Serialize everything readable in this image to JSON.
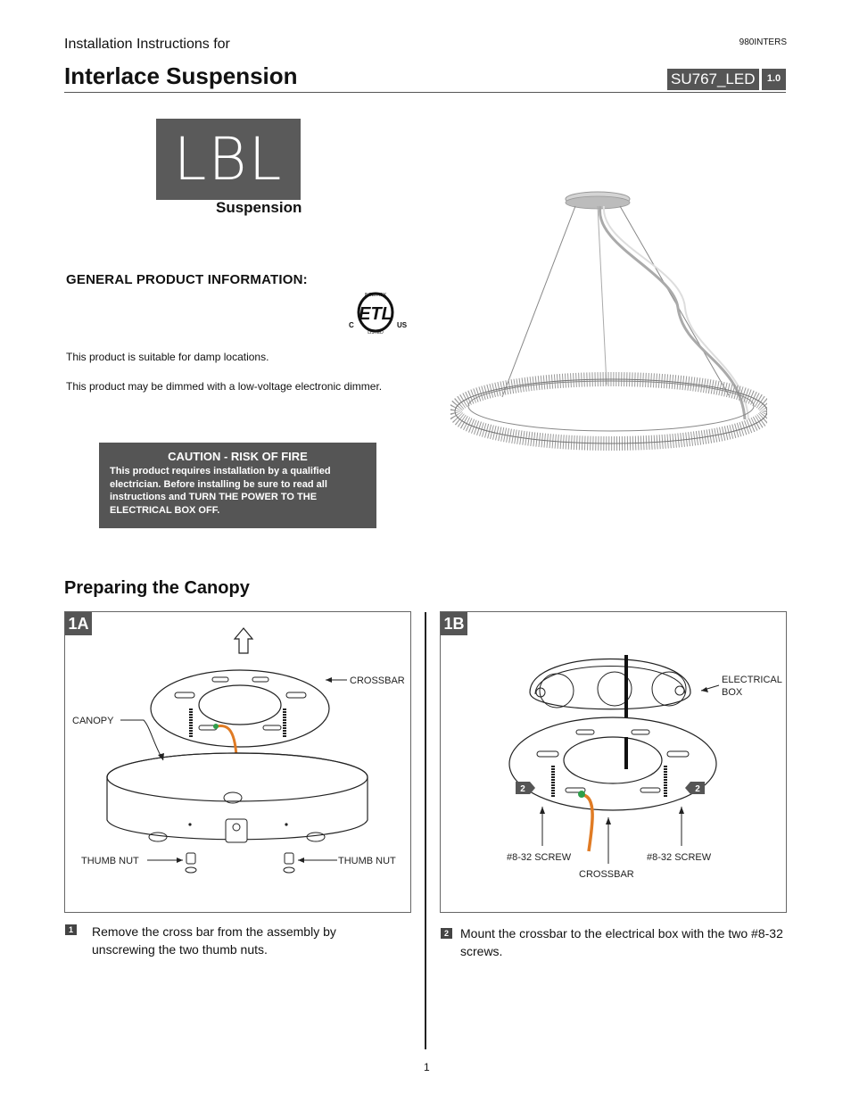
{
  "header": {
    "pre_title": "Installation Instructions for",
    "doc_code": "980INTERS",
    "title": "Interlace Suspension",
    "model": "SU767_LED",
    "version": "1.0"
  },
  "logo": {
    "text": "LBL",
    "subtitle": "Suspension"
  },
  "general": {
    "heading": "GENERAL PRODUCT INFORMATION:",
    "etl_mark": {
      "main": "ETL",
      "top": "INTERTEK",
      "bottom": "LISTED",
      "left": "C",
      "right": "US"
    },
    "lines": [
      "This product is suitable for damp locations.",
      "This product may be dimmed with a low-voltage electronic dimmer."
    ]
  },
  "caution": {
    "title": "CAUTION - RISK OF FIRE",
    "body": "This product requires installation by a qualified electrician. Before installing be sure to read all instructions and TURN THE POWER TO THE ELECTRICAL BOX OFF."
  },
  "section": {
    "title": "Preparing the Canopy"
  },
  "figures": [
    {
      "tag": "1A",
      "labels": {
        "crossbar": "CROSSBAR",
        "canopy": "CANOPY",
        "thumb_nut_left": "THUMB NUT",
        "thumb_nut_right": "THUMB NUT"
      },
      "step_number": "1",
      "step_text": "Remove the cross bar from the assembly by unscrewing the two thumb nuts."
    },
    {
      "tag": "1B",
      "labels": {
        "electrical_box_line1": "ELECTRICAL",
        "electrical_box_line2": "BOX",
        "screw_left": "#8-32 SCREW",
        "screw_right": "#8-32 SCREW",
        "crossbar": "CROSSBAR",
        "badge_left": "2",
        "badge_right": "2"
      },
      "step_number": "2",
      "step_text": "Mount the crossbar to the electrical box with the two #8-32 screws."
    }
  ],
  "footer": {
    "page": "1"
  },
  "colors": {
    "panel_gray": "#555555",
    "wire_orange": "#e07b24",
    "wire_green": "#2e9e4a"
  }
}
